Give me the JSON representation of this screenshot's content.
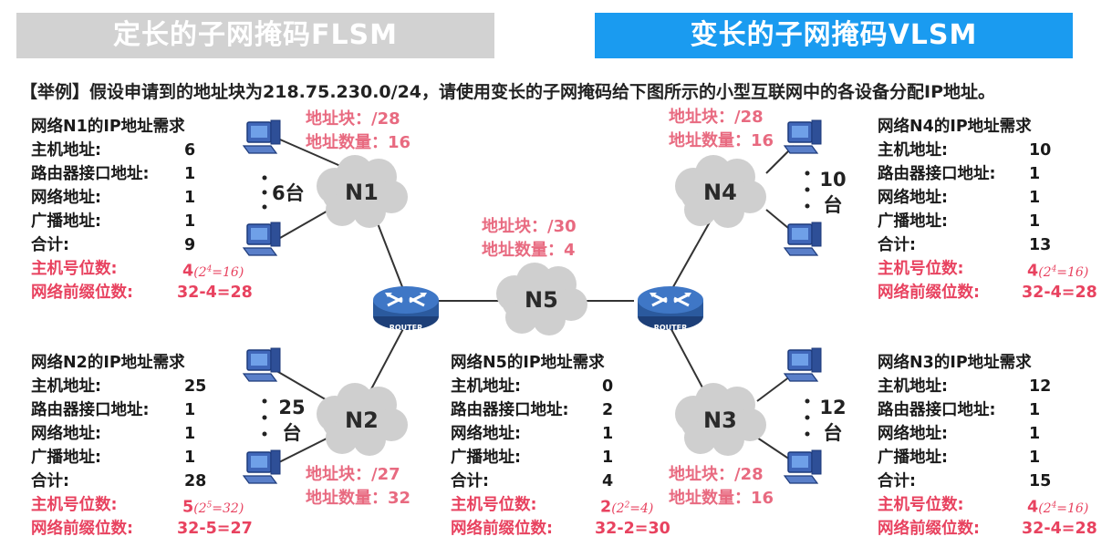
{
  "header": {
    "flsm_tab": "定长的子网掩码FLSM",
    "vlsm_tab": "变长的子网掩码VLSM",
    "example": "【举例】假设申请到的地址块为218.75.230.0/24，请使用变长的子网掩码给下图所示的小型互联网中的各设备分配IP地址。"
  },
  "labels": {
    "host_addr": "主机地址:",
    "router_if": "路由器接口地址:",
    "net_addr": "网络地址:",
    "bcast_addr": "广播地址:",
    "total": "合计:",
    "host_bits": "主机号位数:",
    "prefix_bits": "网络前缀位数:",
    "block_prefix": "地址块：",
    "count_prefix": "地址数量："
  },
  "networks": {
    "n1": {
      "name": "N1",
      "title": "网络N1的IP地址需求",
      "host": "6",
      "router": "1",
      "net": "1",
      "bcast": "1",
      "total": "9",
      "bits": "4",
      "bits_expr_base": "(2",
      "bits_expr_exp": "4",
      "bits_expr_tail": "=16)",
      "prefix_expr": "32-4=28",
      "block": "/28",
      "count": "16",
      "host_count": "6台"
    },
    "n2": {
      "name": "N2",
      "title": "网络N2的IP地址需求",
      "host": "25",
      "router": "1",
      "net": "1",
      "bcast": "1",
      "total": "28",
      "bits": "5",
      "bits_expr_base": "(2",
      "bits_expr_exp": "5",
      "bits_expr_tail": "=32)",
      "prefix_expr": "32-5=27",
      "block": "/27",
      "count": "32",
      "host_count_a": "25",
      "host_count_b": "台"
    },
    "n3": {
      "name": "N3",
      "title": "网络N3的IP地址需求",
      "host": "12",
      "router": "1",
      "net": "1",
      "bcast": "1",
      "total": "15",
      "bits": "4",
      "bits_expr_base": "(2",
      "bits_expr_exp": "4",
      "bits_expr_tail": "=16)",
      "prefix_expr": "32-4=28",
      "block": "/28",
      "count": "16",
      "host_count_a": "12",
      "host_count_b": "台"
    },
    "n4": {
      "name": "N4",
      "title": "网络N4的IP地址需求",
      "host": "10",
      "router": "1",
      "net": "1",
      "bcast": "1",
      "total": "13",
      "bits": "4",
      "bits_expr_base": "(2",
      "bits_expr_exp": "4",
      "bits_expr_tail": "=16)",
      "prefix_expr": "32-4=28",
      "block": "/28",
      "count": "16",
      "host_count_a": "10",
      "host_count_b": "台"
    },
    "n5": {
      "name": "N5",
      "title": "网络N5的IP地址需求",
      "host": "0",
      "router": "2",
      "net": "1",
      "bcast": "1",
      "total": "4",
      "bits": "2",
      "bits_expr_base": "(2",
      "bits_expr_exp": "2",
      "bits_expr_tail": "=4)",
      "prefix_expr": "32-2=30",
      "block": "/30",
      "count": "4"
    }
  },
  "router_label": "ROUTER",
  "colors": {
    "flsm_tab": "#d2d2d2",
    "vlsm_tab": "#1a9bf0",
    "highlight_red": "#e8425f",
    "pink": "#e86a80",
    "router_blue": "#2b5a9e",
    "cloud_gray": "#cfcfcf"
  }
}
